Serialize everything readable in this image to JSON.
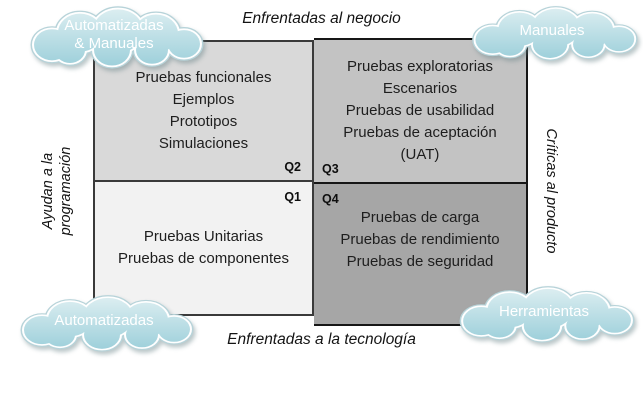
{
  "axes": {
    "top": "Enfrentadas al negocio",
    "bottom": "Enfrentadas a la tecnología",
    "left_line1": "Ayudan a la",
    "left_line2": "programación",
    "right": "Críticas al producto"
  },
  "clouds": {
    "top_left_line1": "Automatizadas",
    "top_left_line2": "& Manuales",
    "top_right": "Manuales",
    "bottom_left": "Automatizadas",
    "bottom_right": "Herramientas"
  },
  "quadrants": {
    "q2": {
      "label": "Q2",
      "items": [
        "Pruebas funcionales",
        "Ejemplos",
        "Prototipos",
        "Simulaciones"
      ]
    },
    "q3": {
      "label": "Q3",
      "items": [
        "Pruebas exploratorias",
        "Escenarios",
        "Pruebas de usabilidad",
        "Pruebas de aceptación",
        "(UAT)"
      ]
    },
    "q1": {
      "label": "Q1",
      "items": [
        "Pruebas Unitarias",
        "Pruebas de componentes"
      ]
    },
    "q4": {
      "label": "Q4",
      "items": [
        "Pruebas de carga",
        "Pruebas de rendimiento",
        "Pruebas de seguridad"
      ]
    }
  },
  "colors": {
    "q2_fill": "#d9d9d9",
    "q1_fill": "#f2f2f2",
    "q3_fill": "#c3c3c3",
    "q4_fill": "#a6a6a6",
    "cloud_gradient_top": "#dceef1",
    "cloud_gradient_bottom": "#9ccfda",
    "cloud_text": "#ffffff",
    "axis_text": "#141414"
  }
}
